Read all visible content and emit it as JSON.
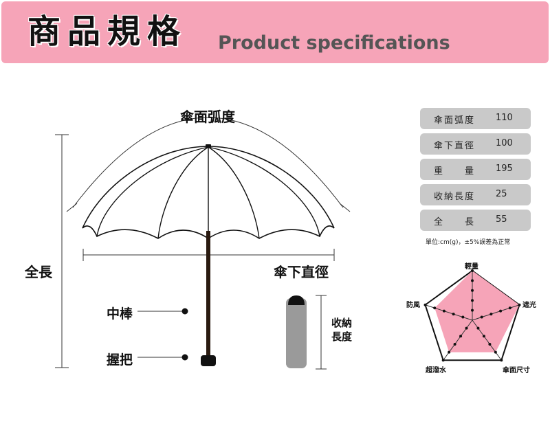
{
  "header": {
    "title_cn": "商品規格",
    "title_en": "Product specifications"
  },
  "diagram": {
    "arc_label": "傘面弧度",
    "total_length_label": "全長",
    "diameter_label": "傘下直徑",
    "shaft_label": "中棒",
    "handle_label": "握把",
    "folded_label_line1": "收納",
    "folded_label_line2": "長度"
  },
  "specs": [
    {
      "name": "傘面弧度",
      "value": "110"
    },
    {
      "name": "傘下直徑",
      "value": "100"
    },
    {
      "name": "重　　量",
      "value": "195"
    },
    {
      "name": "收納長度",
      "value": "25"
    },
    {
      "name": "全　　長",
      "value": "55"
    }
  ],
  "note": "單位:cm(g)，±5%誤差為正常",
  "radar": {
    "axes": [
      "輕量",
      "遮光",
      "傘面尺寸",
      "超潑水",
      "防風"
    ],
    "levels": 5,
    "ratings": [
      5,
      5,
      4,
      4,
      4
    ],
    "fill_color": "#f6a4b8"
  },
  "colors": {
    "banner": "#f6a4b8",
    "spec_row": "#c9c9c9",
    "folded_umbrella": "#9a9a9a"
  }
}
